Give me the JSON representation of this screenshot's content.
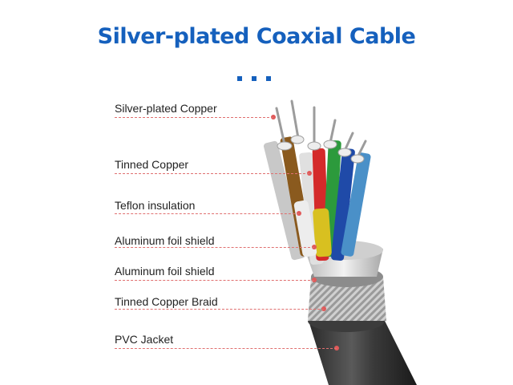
{
  "title": "Silver-plated Coaxial Cable",
  "accent_color": "#1560bd",
  "leader_color": "#e07070",
  "labels": [
    "Silver-plated Copper",
    "Tinned Copper",
    "Teflon insulation",
    "Aluminum foil shield",
    "Aluminum foil shield",
    "Tinned Copper Braid",
    "PVC Jacket"
  ]
}
